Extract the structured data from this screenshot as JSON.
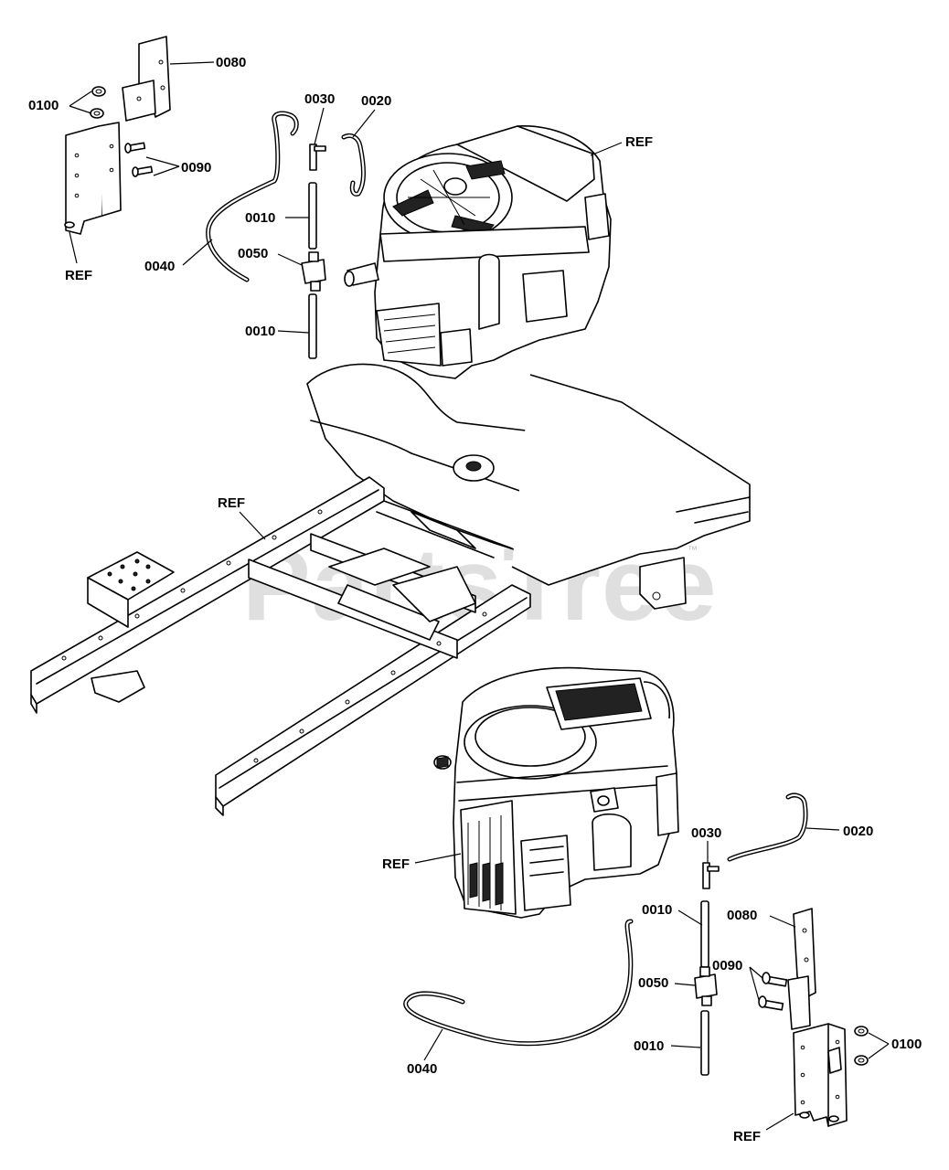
{
  "watermark": {
    "text": "PartsTree",
    "trademark": "™"
  },
  "callouts_top": {
    "c0080": "0080",
    "c0100": "0100",
    "c0090": "0090",
    "c_ref_bracket": "REF",
    "c0030": "0030",
    "c0020": "0020",
    "c_ref_engine": "REF",
    "c0010_a": "0010",
    "c0050": "0050",
    "c0040": "0040",
    "c0010_b": "0010"
  },
  "callout_frame": {
    "c_ref_frame": "REF"
  },
  "callouts_bottom": {
    "c_ref_engine": "REF",
    "c0030": "0030",
    "c0020": "0020",
    "c0010_a": "0010",
    "c0080": "0080",
    "c0090": "0090",
    "c0050": "0050",
    "c0100": "0100",
    "c0040": "0040",
    "c0010_b": "0010",
    "c_ref_bracket": "REF"
  }
}
